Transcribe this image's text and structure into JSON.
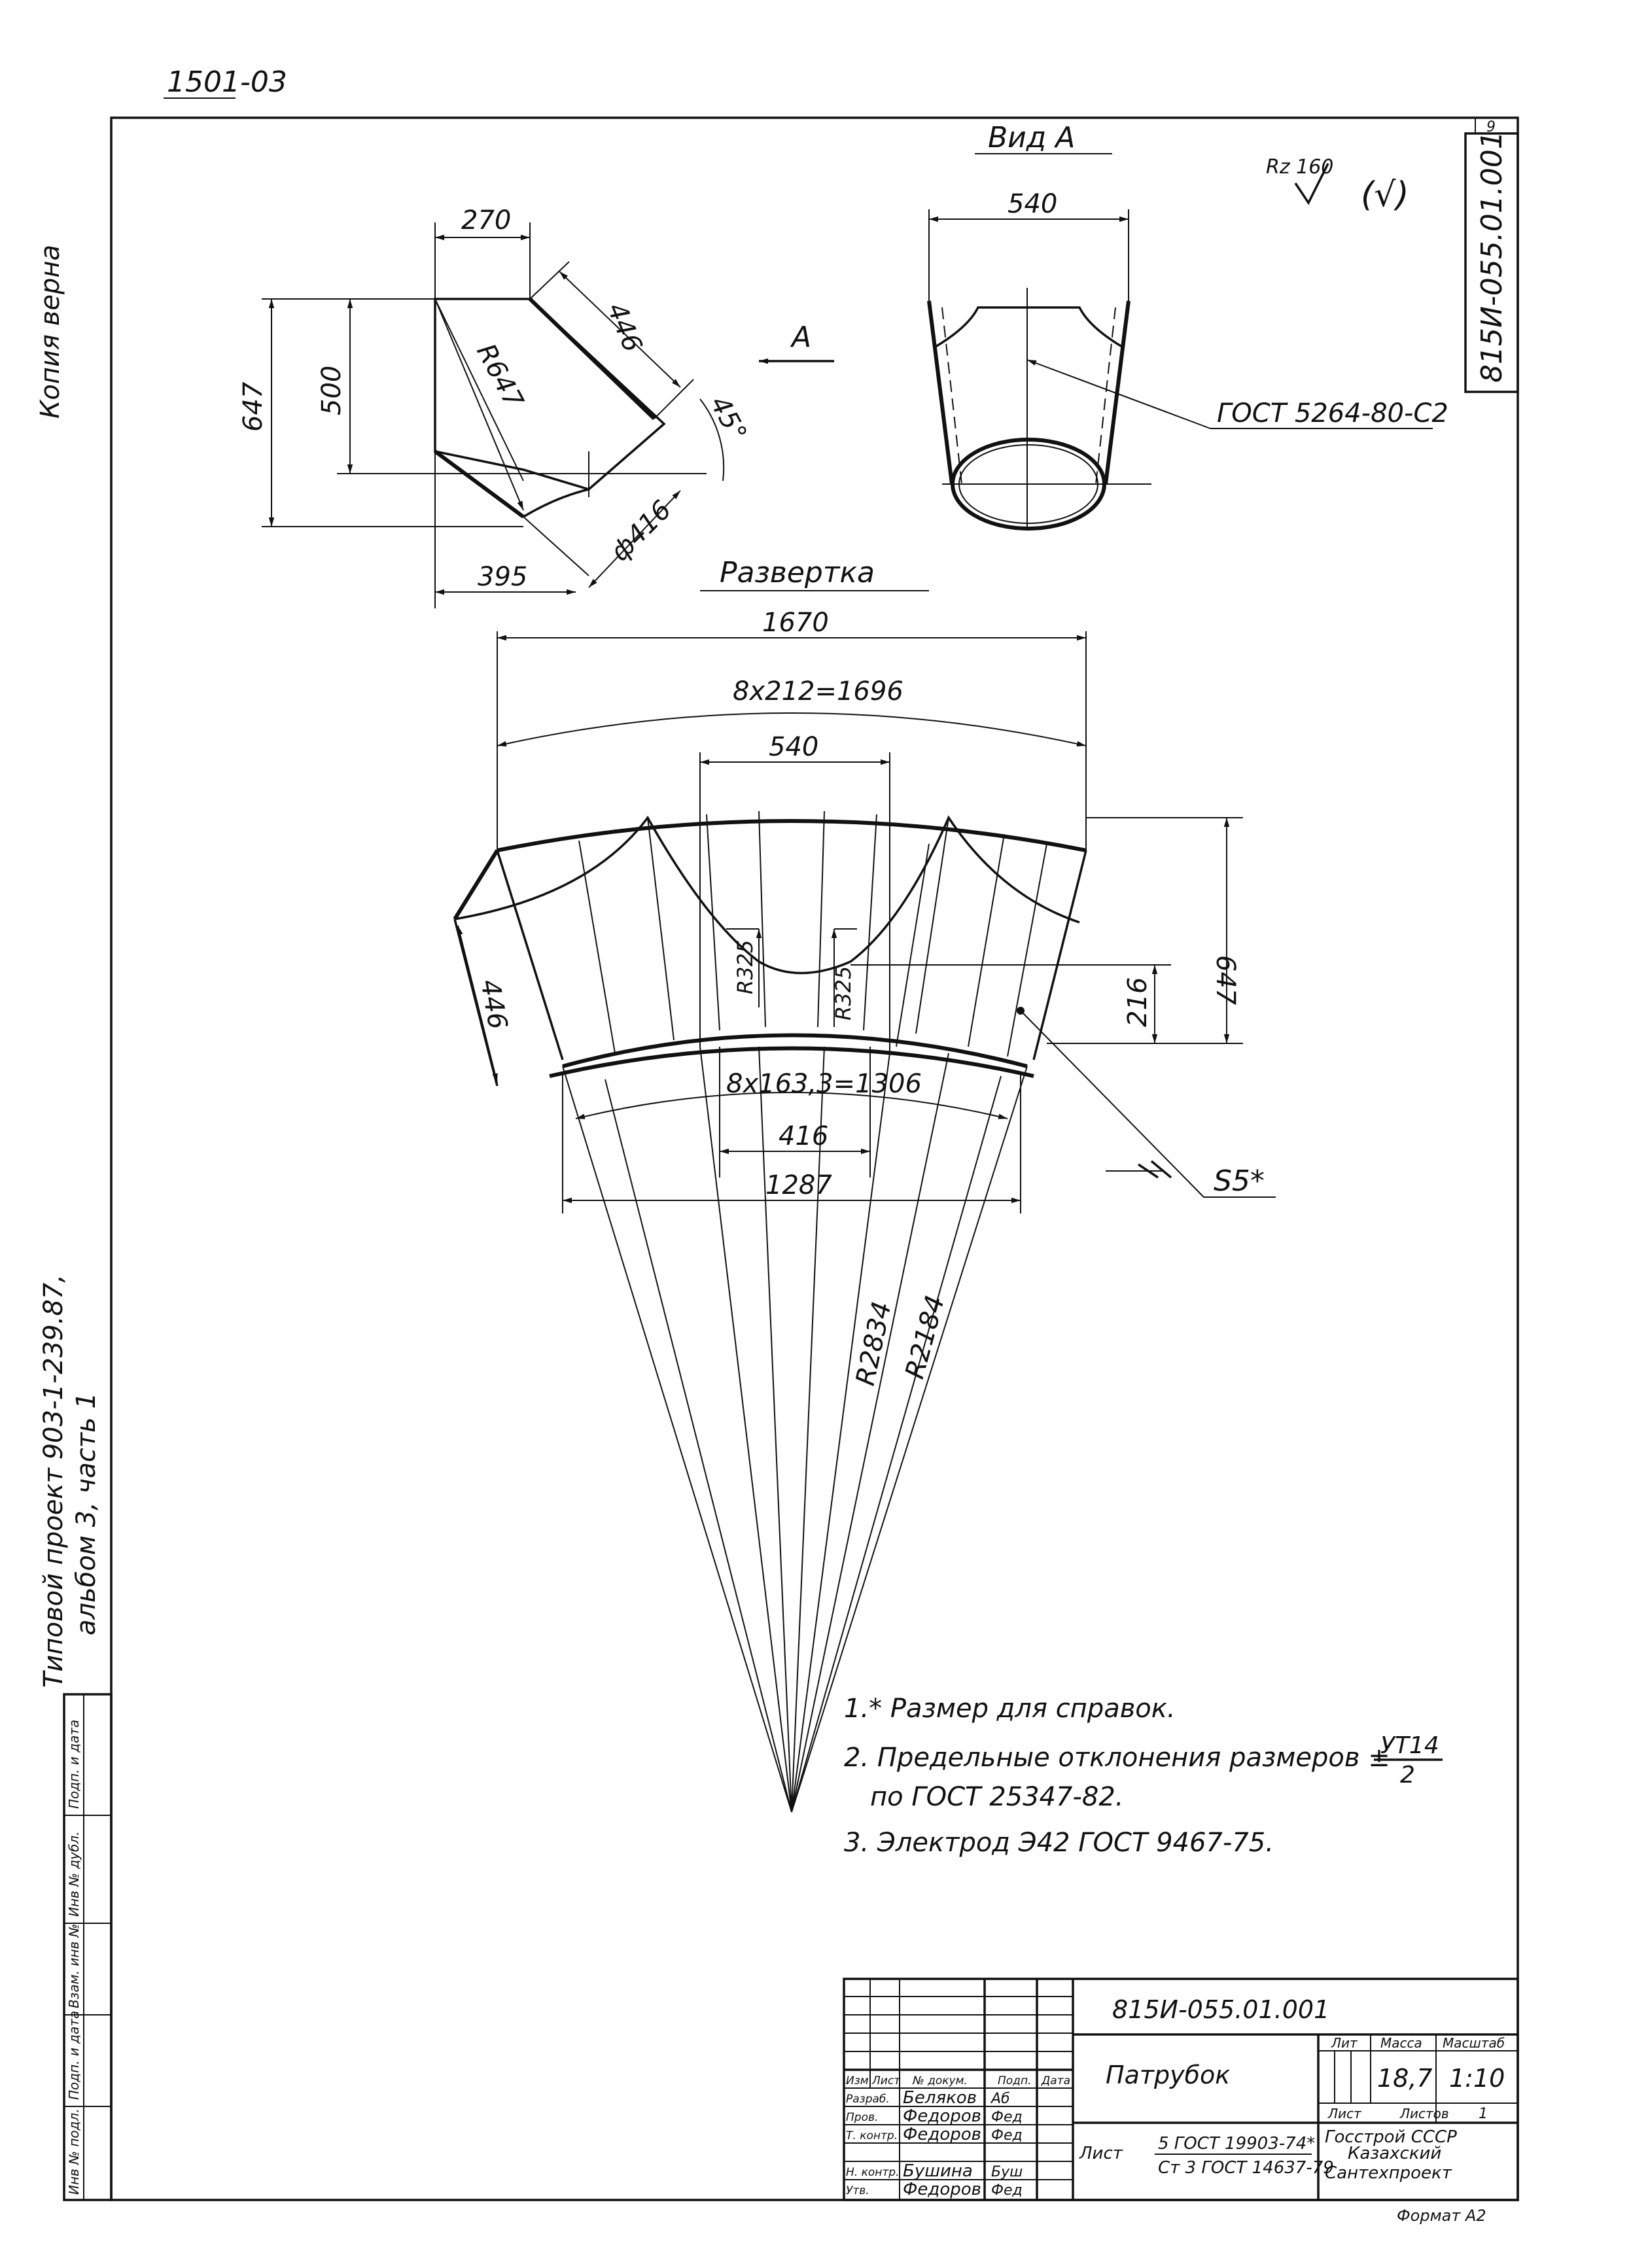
{
  "corner_ref": "1501-03",
  "sheet_no": "9",
  "doc_code_side": "815И-055.01.001",
  "stamp_copy": "Копия верна",
  "project_label": {
    "line1": "Типовой проект 903-1-239.87,",
    "line2": "альбом 3, часть 1"
  },
  "roughness": {
    "value": "Rz 160",
    "general": "(√)"
  },
  "front_view": {
    "dim_top": "270",
    "dim_side": "446",
    "dim_height": "647",
    "dim_inner": "500",
    "radius": "R647",
    "angle": "45°",
    "diameter": "ф416",
    "dim_bottom": "395",
    "view_arrow": "A"
  },
  "side_view": {
    "title": "Вид А",
    "dim_top": "540",
    "weld": "ГОСТ 5264-80-С2"
  },
  "development": {
    "title": "Развертка",
    "dim_1670": "1670",
    "dim_arc_top": "8x212=1696",
    "dim_540": "540",
    "dim_647": "647",
    "dim_446": "446",
    "r325a": "R325",
    "r325b": "R325",
    "dim_216": "216",
    "dim_arc_bottom": "8x163,3=1306",
    "dim_416": "416",
    "dim_1287": "1287",
    "r_outer": "R2834",
    "r_inner": "R2184",
    "thickness": "S5*"
  },
  "notes": [
    "1.* Размер для справок.",
    "2. Предельные отклонения размеров ±",
    "по ГОСТ 25347-82.",
    "3. Электрод Э42 ГОСТ 9467-75."
  ],
  "note_fraction": {
    "numerator": "УТ14",
    "denominator": "2"
  },
  "left_strip": [
    "Инв № подл.",
    "Подп. и дата",
    "Взам. инв №",
    "Инв № дубл.",
    "Подп. и дата"
  ],
  "title_block": {
    "designation": "815И-055.01.001",
    "name": "Патрубок",
    "col_headers": [
      "Изм",
      "Лист",
      "№ докум.",
      "Подп.",
      "Дата"
    ],
    "rows": [
      {
        "role": "Разраб.",
        "name": "Беляков",
        "sign": "Аб"
      },
      {
        "role": "Пров.",
        "name": "Федоров",
        "sign": "Фед"
      },
      {
        "role": "Т. контр.",
        "name": "Федоров",
        "sign": "Фед"
      },
      {
        "role": "",
        "name": "",
        "sign": ""
      },
      {
        "role": "Н. контр.",
        "name": "Бушина",
        "sign": "Буш"
      },
      {
        "role": "Утв.",
        "name": "Федоров",
        "sign": "Фед"
      }
    ],
    "lit_header": "Лит",
    "mass_header": "Масса",
    "scale_header": "Масштаб",
    "mass": "18,7",
    "scale": "1:10",
    "sheet_label": "Лист",
    "sheets_label": "Листов",
    "sheets_value": "1",
    "material_prefix": "Лист",
    "material_top": "5 ГОСТ 19903-74*",
    "material_bottom": "Ст 3 ГОСТ 14637-79",
    "org1": "Госстрой СССР",
    "org2": "Казахский",
    "org3": "Сантехпроект",
    "format": "Формат А2"
  }
}
